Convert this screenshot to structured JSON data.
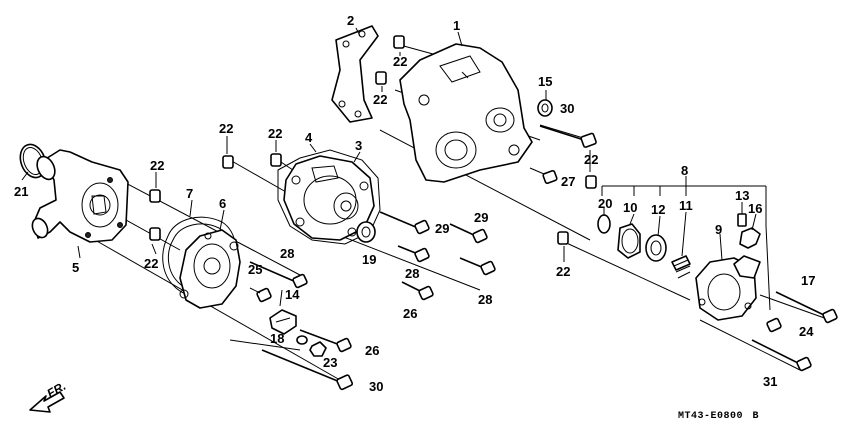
{
  "diagram": {
    "callouts": [
      {
        "id": "c1",
        "label": "1"
      },
      {
        "id": "c2",
        "label": "2"
      },
      {
        "id": "c3",
        "label": "3"
      },
      {
        "id": "c4",
        "label": "4"
      },
      {
        "id": "c5",
        "label": "5"
      },
      {
        "id": "c6",
        "label": "6"
      },
      {
        "id": "c7",
        "label": "7"
      },
      {
        "id": "c8",
        "label": "8"
      },
      {
        "id": "c9",
        "label": "9"
      },
      {
        "id": "c10",
        "label": "10"
      },
      {
        "id": "c11",
        "label": "11"
      },
      {
        "id": "c12",
        "label": "12"
      },
      {
        "id": "c13",
        "label": "13"
      },
      {
        "id": "c14",
        "label": "14"
      },
      {
        "id": "c15",
        "label": "15"
      },
      {
        "id": "c16",
        "label": "16"
      },
      {
        "id": "c17",
        "label": "17"
      },
      {
        "id": "c18",
        "label": "18"
      },
      {
        "id": "c19",
        "label": "19"
      },
      {
        "id": "c20",
        "label": "20"
      },
      {
        "id": "c21",
        "label": "21"
      },
      {
        "id": "c22a",
        "label": "22"
      },
      {
        "id": "c22b",
        "label": "22"
      },
      {
        "id": "c22c",
        "label": "22"
      },
      {
        "id": "c22d",
        "label": "22"
      },
      {
        "id": "c22e",
        "label": "22"
      },
      {
        "id": "c22f",
        "label": "22"
      },
      {
        "id": "c22g",
        "label": "22"
      },
      {
        "id": "c22h",
        "label": "22"
      },
      {
        "id": "c23",
        "label": "23"
      },
      {
        "id": "c24",
        "label": "24"
      },
      {
        "id": "c25",
        "label": "25"
      },
      {
        "id": "c26a",
        "label": "26"
      },
      {
        "id": "c26b",
        "label": "26"
      },
      {
        "id": "c27",
        "label": "27"
      },
      {
        "id": "c28a",
        "label": "28"
      },
      {
        "id": "c28b",
        "label": "28"
      },
      {
        "id": "c28c",
        "label": "28"
      },
      {
        "id": "c29a",
        "label": "29"
      },
      {
        "id": "c29b",
        "label": "29"
      },
      {
        "id": "c30a",
        "label": "30"
      },
      {
        "id": "c30b",
        "label": "30"
      },
      {
        "id": "c31",
        "label": "31"
      }
    ],
    "direction_label": "FR.",
    "diagram_code": "MT43-E0800",
    "revision": "B"
  }
}
